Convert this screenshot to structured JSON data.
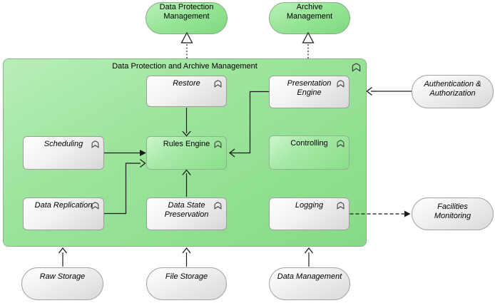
{
  "diagram": {
    "kind": "archimate-view",
    "group_title": "Data Protection and Archive Management"
  },
  "nodes": {
    "dpm": {
      "label": "Data Protection\nManagement",
      "type": "service",
      "color": "green"
    },
    "am": {
      "label": "Archive Management",
      "type": "service",
      "color": "green"
    },
    "container": {
      "label": "Data Protection and Archive Management",
      "type": "function-group",
      "color": "green"
    },
    "restore": {
      "label": "Restore",
      "type": "function",
      "color": "gray"
    },
    "presentation": {
      "label": "Presentation\nEngine",
      "type": "function",
      "color": "gray"
    },
    "scheduling": {
      "label": "Scheduling",
      "type": "function",
      "color": "gray"
    },
    "rules": {
      "label": "Rules Engine",
      "type": "function",
      "color": "green"
    },
    "controlling": {
      "label": "Controlling",
      "type": "function",
      "color": "green"
    },
    "replication": {
      "label": "Data Replication",
      "type": "function",
      "color": "gray"
    },
    "data_state": {
      "label": "Data State\nPreservation",
      "type": "function",
      "color": "gray"
    },
    "logging": {
      "label": "Logging",
      "type": "function",
      "color": "gray"
    },
    "auth": {
      "label": "Authentication &\nAuthorization",
      "type": "service",
      "color": "gray"
    },
    "facilities": {
      "label": "Facilities Monitoring",
      "type": "service",
      "color": "gray"
    },
    "raw_storage": {
      "label": "Raw Storage",
      "type": "service",
      "color": "gray"
    },
    "file_storage": {
      "label": "File Storage",
      "type": "service",
      "color": "gray"
    },
    "data_management": {
      "label": "Data Management",
      "type": "service",
      "color": "gray"
    }
  },
  "edges": [
    {
      "from": "Data Protection and Archive Management",
      "to": "Data Protection Management",
      "style": "dotted",
      "arrowhead": "hollow-triangle"
    },
    {
      "from": "Data Protection and Archive Management",
      "to": "Archive Management",
      "style": "dotted",
      "arrowhead": "hollow-triangle"
    },
    {
      "from": "Restore",
      "to": "Rules Engine",
      "style": "solid",
      "arrowhead": "open"
    },
    {
      "from": "Presentation Engine",
      "to": "Rules Engine",
      "style": "solid",
      "arrowhead": "open"
    },
    {
      "from": "Scheduling",
      "to": "Rules Engine",
      "style": "solid",
      "arrowhead": "filled"
    },
    {
      "from": "Data Replication",
      "to": "Rules Engine",
      "style": "solid",
      "arrowhead": "open"
    },
    {
      "from": "Data State Preservation",
      "to": "Rules Engine",
      "style": "solid",
      "arrowhead": "open"
    },
    {
      "from": "Authentication & Authorization",
      "to": "Data Protection and Archive Management",
      "style": "solid",
      "arrowhead": "open"
    },
    {
      "from": "Logging",
      "to": "Facilities Monitoring",
      "style": "dashed",
      "arrowhead": "filled"
    },
    {
      "from": "Raw Storage",
      "to": "Data Protection and Archive Management",
      "style": "solid",
      "arrowhead": "open"
    },
    {
      "from": "File Storage",
      "to": "Data Protection and Archive Management",
      "style": "solid",
      "arrowhead": "open"
    },
    {
      "from": "Data Management",
      "to": "Data Protection and Archive Management",
      "style": "solid",
      "arrowhead": "open"
    }
  ],
  "colors": {
    "green_fill": "#8FE08F",
    "green_light": "#C9F4C9",
    "green_border": "#8FB28F",
    "gray_fill_top": "#FFFFFF",
    "gray_fill_bottom": "#D7D7D7",
    "gray_border": "#9E9E9E",
    "line": "#1A1A1A"
  }
}
